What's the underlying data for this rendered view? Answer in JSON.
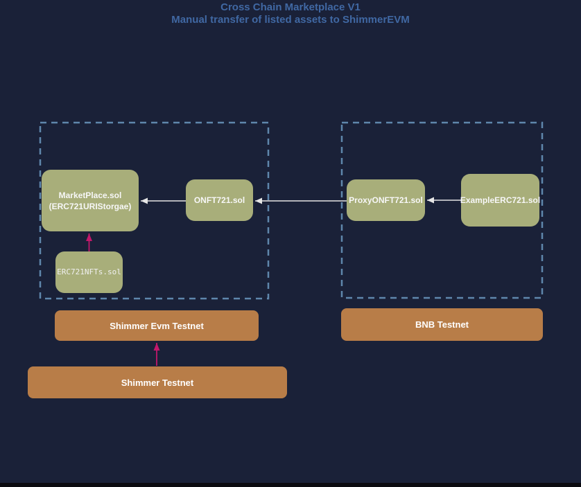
{
  "title": {
    "line1": "Cross Chain Marketplace V1",
    "line2": "Manual transfer of listed assets to ShimmerEVM"
  },
  "colors": {
    "background": "#1a2138",
    "title_text": "#4068a3",
    "contract_box_fill": "#a8ae7a",
    "network_box_fill": "#b87d48",
    "container_dashed_border": "#5f87ac",
    "arrow_white": "#e6e6e6",
    "arrow_pink": "#c2186b",
    "node_text": "#f7f7f7"
  },
  "diagram": {
    "nodes": {
      "marketplace": {
        "label": "MarketPlace.sol\n(ERC721URIStorgae)"
      },
      "onft721": {
        "label": "ONFT721.sol"
      },
      "erc721nfts": {
        "label": "ERC721NFTs.sol"
      },
      "proxy_onft721": {
        "label": "ProxyONFT721.sol"
      },
      "example_erc721": {
        "label": "ExampleERC721.sol"
      }
    },
    "networks": {
      "shimmer_evm": {
        "label": "Shimmer Evm Testnet"
      },
      "bnb": {
        "label": "BNB Testnet"
      },
      "shimmer": {
        "label": "Shimmer Testnet"
      }
    },
    "containers": [
      {
        "id": "shimmer-evm-container",
        "contains": [
          "MarketPlace.sol (ERC721URIStorgae)",
          "ONFT721.sol",
          "ERC721NFTs.sol"
        ]
      },
      {
        "id": "bnb-container",
        "contains": [
          "ProxyONFT721.sol",
          "ExampleERC721.sol"
        ]
      }
    ],
    "edges": [
      {
        "from": "ONFT721.sol",
        "to": "MarketPlace.sol (ERC721URIStorgae)",
        "color": "white",
        "direction": "left"
      },
      {
        "from": "ProxyONFT721.sol",
        "to": "ONFT721.sol",
        "color": "white",
        "direction": "left"
      },
      {
        "from": "ExampleERC721.sol",
        "to": "ProxyONFT721.sol",
        "color": "white",
        "direction": "left"
      },
      {
        "from": "ERC721NFTs.sol",
        "to": "MarketPlace.sol (ERC721URIStorgae)",
        "color": "pink",
        "direction": "up"
      },
      {
        "from": "Shimmer Testnet",
        "to": "Shimmer Evm Testnet",
        "color": "pink",
        "direction": "up"
      }
    ]
  }
}
